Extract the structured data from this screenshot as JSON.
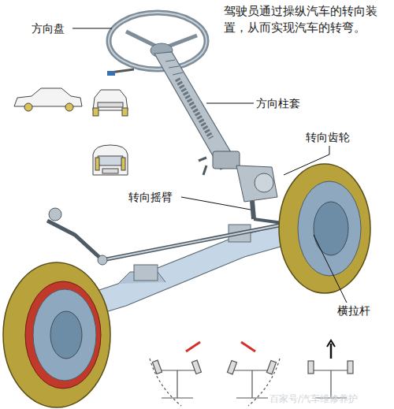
{
  "diagram": {
    "title": "驾驶员通过操纵汽车的转向装置，从而实现汽车的转弯。",
    "labels": [
      "方向盘",
      "方向柱套",
      "转向齿轮",
      "转向摇臂",
      "横拉杆",
      "百家号/汽车维修养护"
    ]
  }
}
